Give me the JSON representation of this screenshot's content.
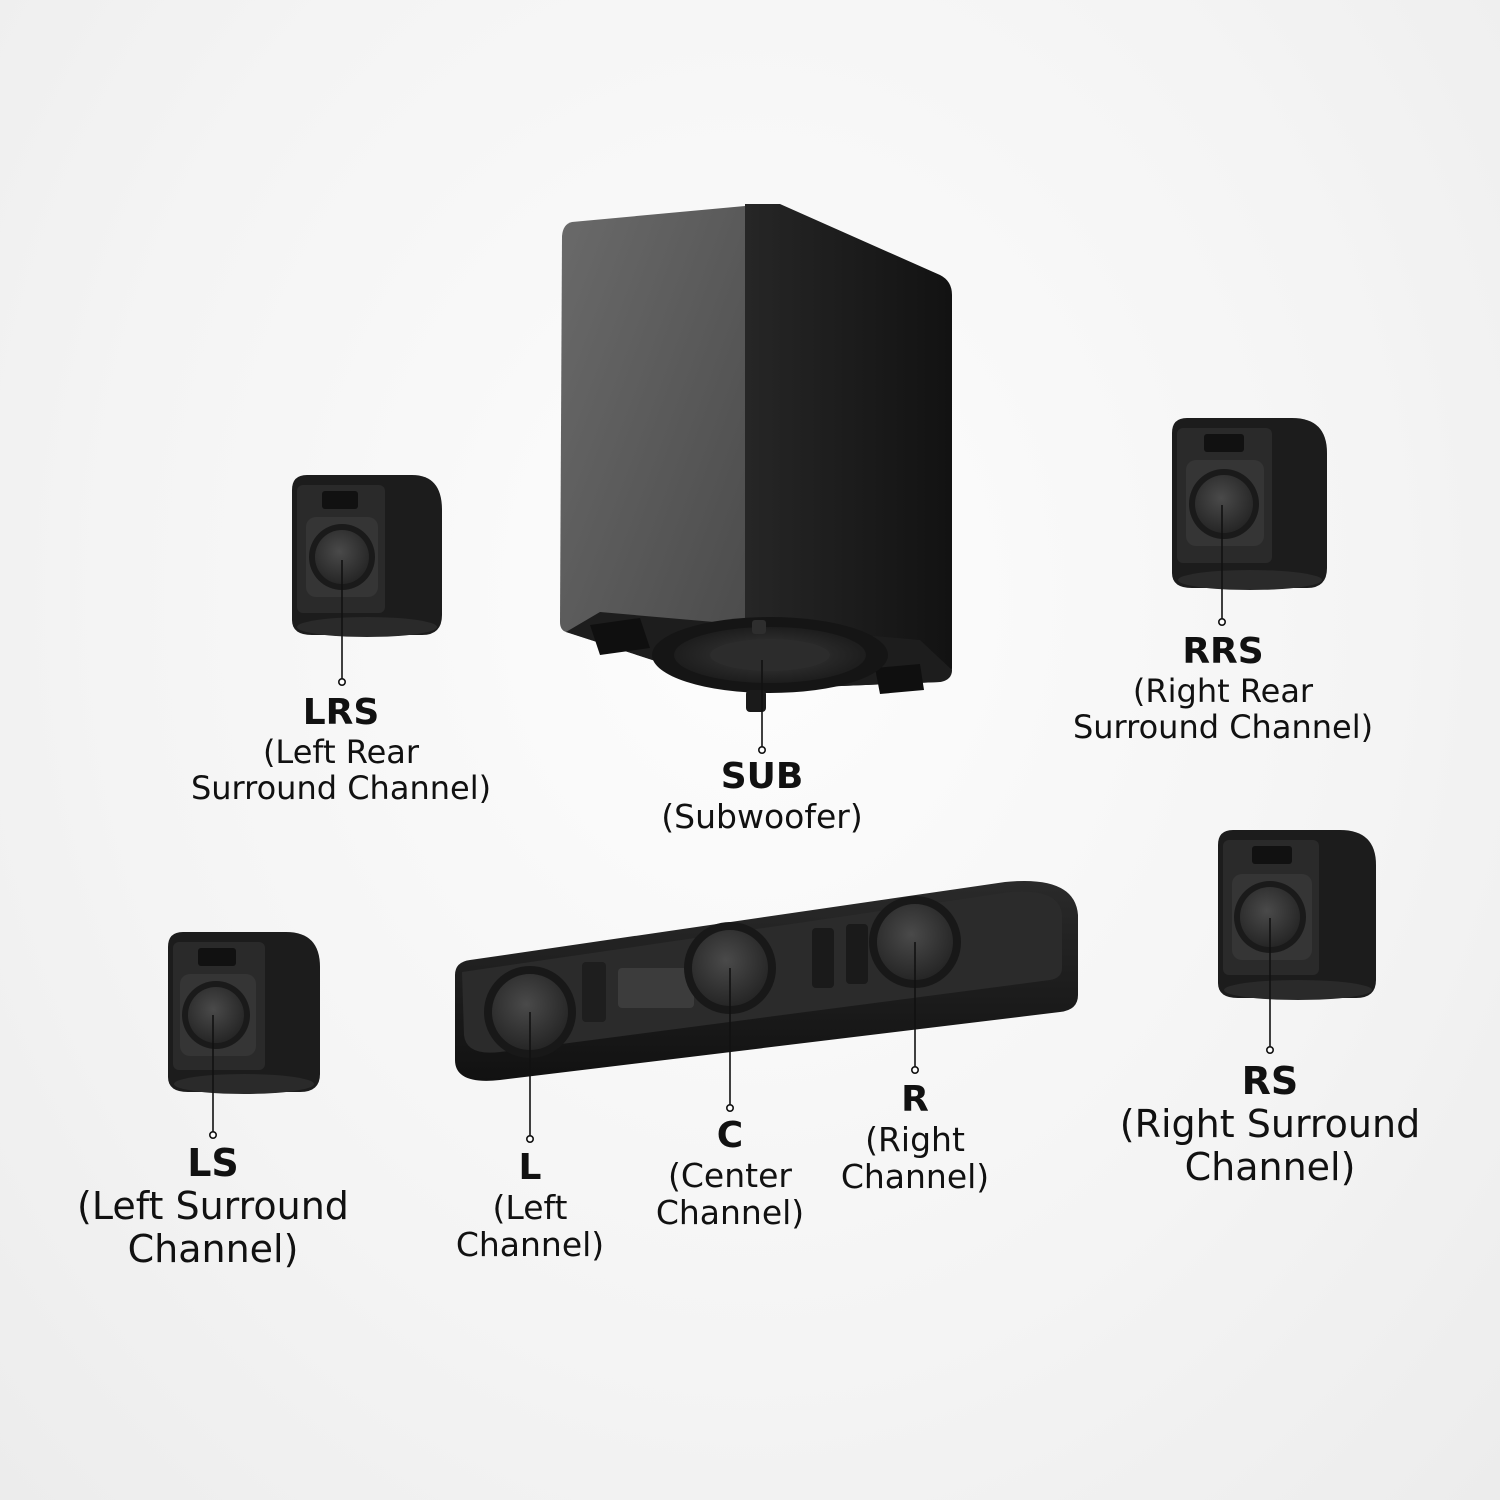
{
  "channels": {
    "sub": {
      "code": "SUB",
      "desc_lines": [
        "(Subwoofer)"
      ]
    },
    "lrs": {
      "code": "LRS",
      "desc_lines": [
        "(Left Rear",
        "Surround Channel)"
      ]
    },
    "rrs": {
      "code": "RRS",
      "desc_lines": [
        "(Right Rear",
        "Surround Channel)"
      ]
    },
    "ls": {
      "code": "LS",
      "desc_lines": [
        "(Left Surround",
        "Channel)"
      ]
    },
    "l": {
      "code": "L",
      "desc_lines": [
        "(Left",
        "Channel)"
      ]
    },
    "c": {
      "code": "C",
      "desc_lines": [
        "(Center",
        "Channel)"
      ]
    },
    "r": {
      "code": "R",
      "desc_lines": [
        "(Right",
        "Channel)"
      ]
    },
    "rs": {
      "code": "RS",
      "desc_lines": [
        "(Right Surround",
        "Channel)"
      ]
    }
  },
  "colors": {
    "background": "#f4f4f4",
    "speaker_body": "#1b1b1b",
    "speaker_face": "#2a2a2a",
    "grille": "#5a5a5a",
    "driver": "#3b3b3b",
    "leader_line": "#111111"
  }
}
